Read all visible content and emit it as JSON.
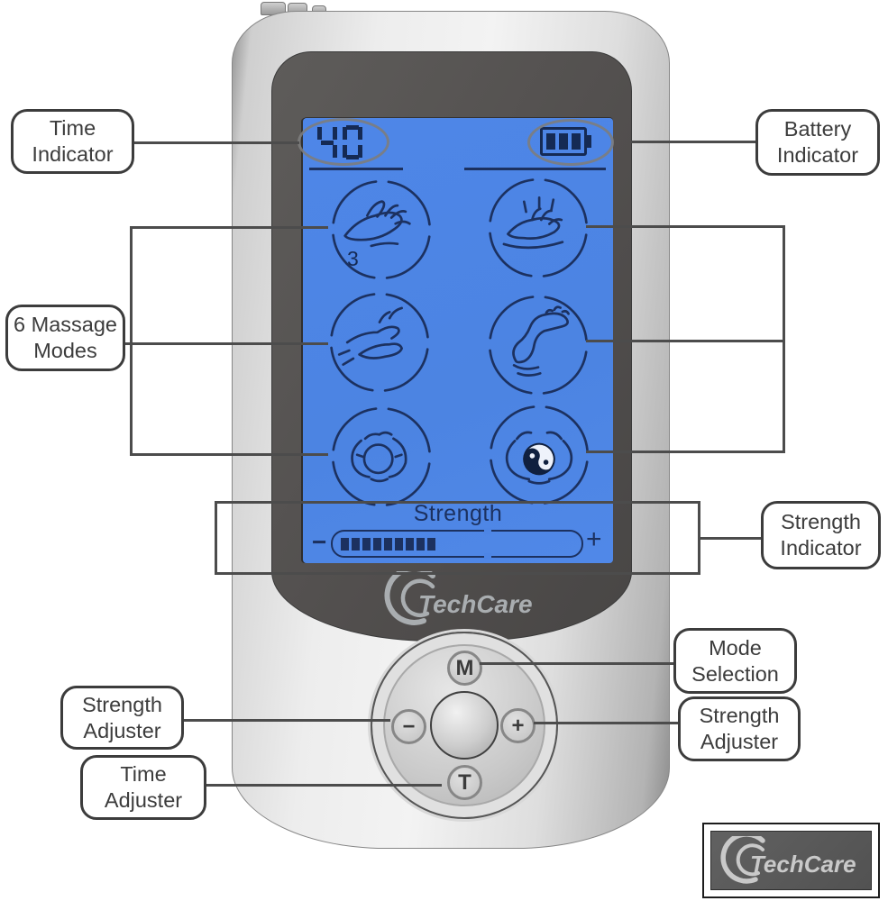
{
  "callouts": {
    "time_indicator": {
      "label": "Time Indicator"
    },
    "battery_indicator": {
      "label": "Battery Indicator"
    },
    "massage_modes": {
      "label": "6 Massage Modes"
    },
    "strength_indicator": {
      "label": "Strength Indicator"
    },
    "mode_selection": {
      "label": "Mode Selection"
    },
    "strength_adjuster_left": {
      "label": "Strength Adjuster"
    },
    "strength_adjuster_right": {
      "label": "Strength Adjuster"
    },
    "time_adjuster": {
      "label": "Time Adjuster"
    }
  },
  "device": {
    "brand": "TechCare",
    "screen": {
      "time_value": "40",
      "battery": {
        "bars_filled": 3
      },
      "modes": [
        {
          "name": "kneading-hands-massage",
          "badge": "3"
        },
        {
          "name": "acupressure-hand-massage",
          "badge": ""
        },
        {
          "name": "rubbing-hands-massage",
          "badge": ""
        },
        {
          "name": "foot-massage",
          "badge": ""
        },
        {
          "name": "cupping-hands-massage",
          "badge": ""
        },
        {
          "name": "yin-yang-ball-massage",
          "badge": ""
        }
      ],
      "strength": {
        "label": "Strength",
        "minus": "−",
        "plus": "+",
        "segments_filled": 9
      }
    },
    "buttons": {
      "mode": "M",
      "minus": "−",
      "plus": "+",
      "time": "T"
    }
  },
  "footer": {
    "brand": "TechCare"
  },
  "colors": {
    "screen_blue": "#4d85e5",
    "lcd_navy": "#1c3160",
    "callout_ink": "#3c3c3c"
  }
}
